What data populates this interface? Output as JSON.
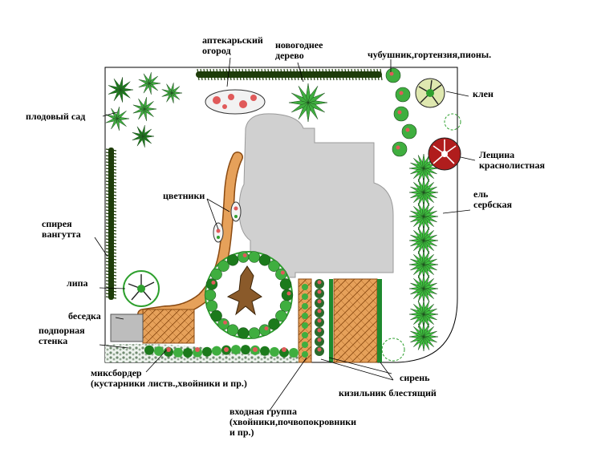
{
  "labels": {
    "apteka": [
      "аптекарьский",
      "огород"
    ],
    "tree": [
      "новогоднее",
      "дерево"
    ],
    "chubushnik": "чубушник,гортензия,пионы.",
    "sad": "плодовый сад",
    "klen": "клен",
    "leshchina": [
      "Лещина",
      "краснолистная"
    ],
    "el": [
      "ель",
      "сербская"
    ],
    "tsvetniki": "цветники",
    "spireya": [
      "спирея",
      "вангутта"
    ],
    "lipa": "липа",
    "besedka": "беседка",
    "stenka": [
      "подпорная",
      "стенка"
    ],
    "miks": [
      "миксбордер",
      "(кустарники листв.,хвойники и пр.)"
    ],
    "siren": "сирень",
    "kizilnik": "кизильник блестящий",
    "vkhod": [
      "входная группа",
      "(хвойники,почвопокровники",
      "и пр.)"
    ]
  },
  "colors": {
    "house": "#d0d0d0",
    "paving": "#d9853b",
    "hedge": "#1e3d0a",
    "plant": "#2ea02e",
    "flower": "#e05a5a",
    "maple": "#b01d1d"
  }
}
